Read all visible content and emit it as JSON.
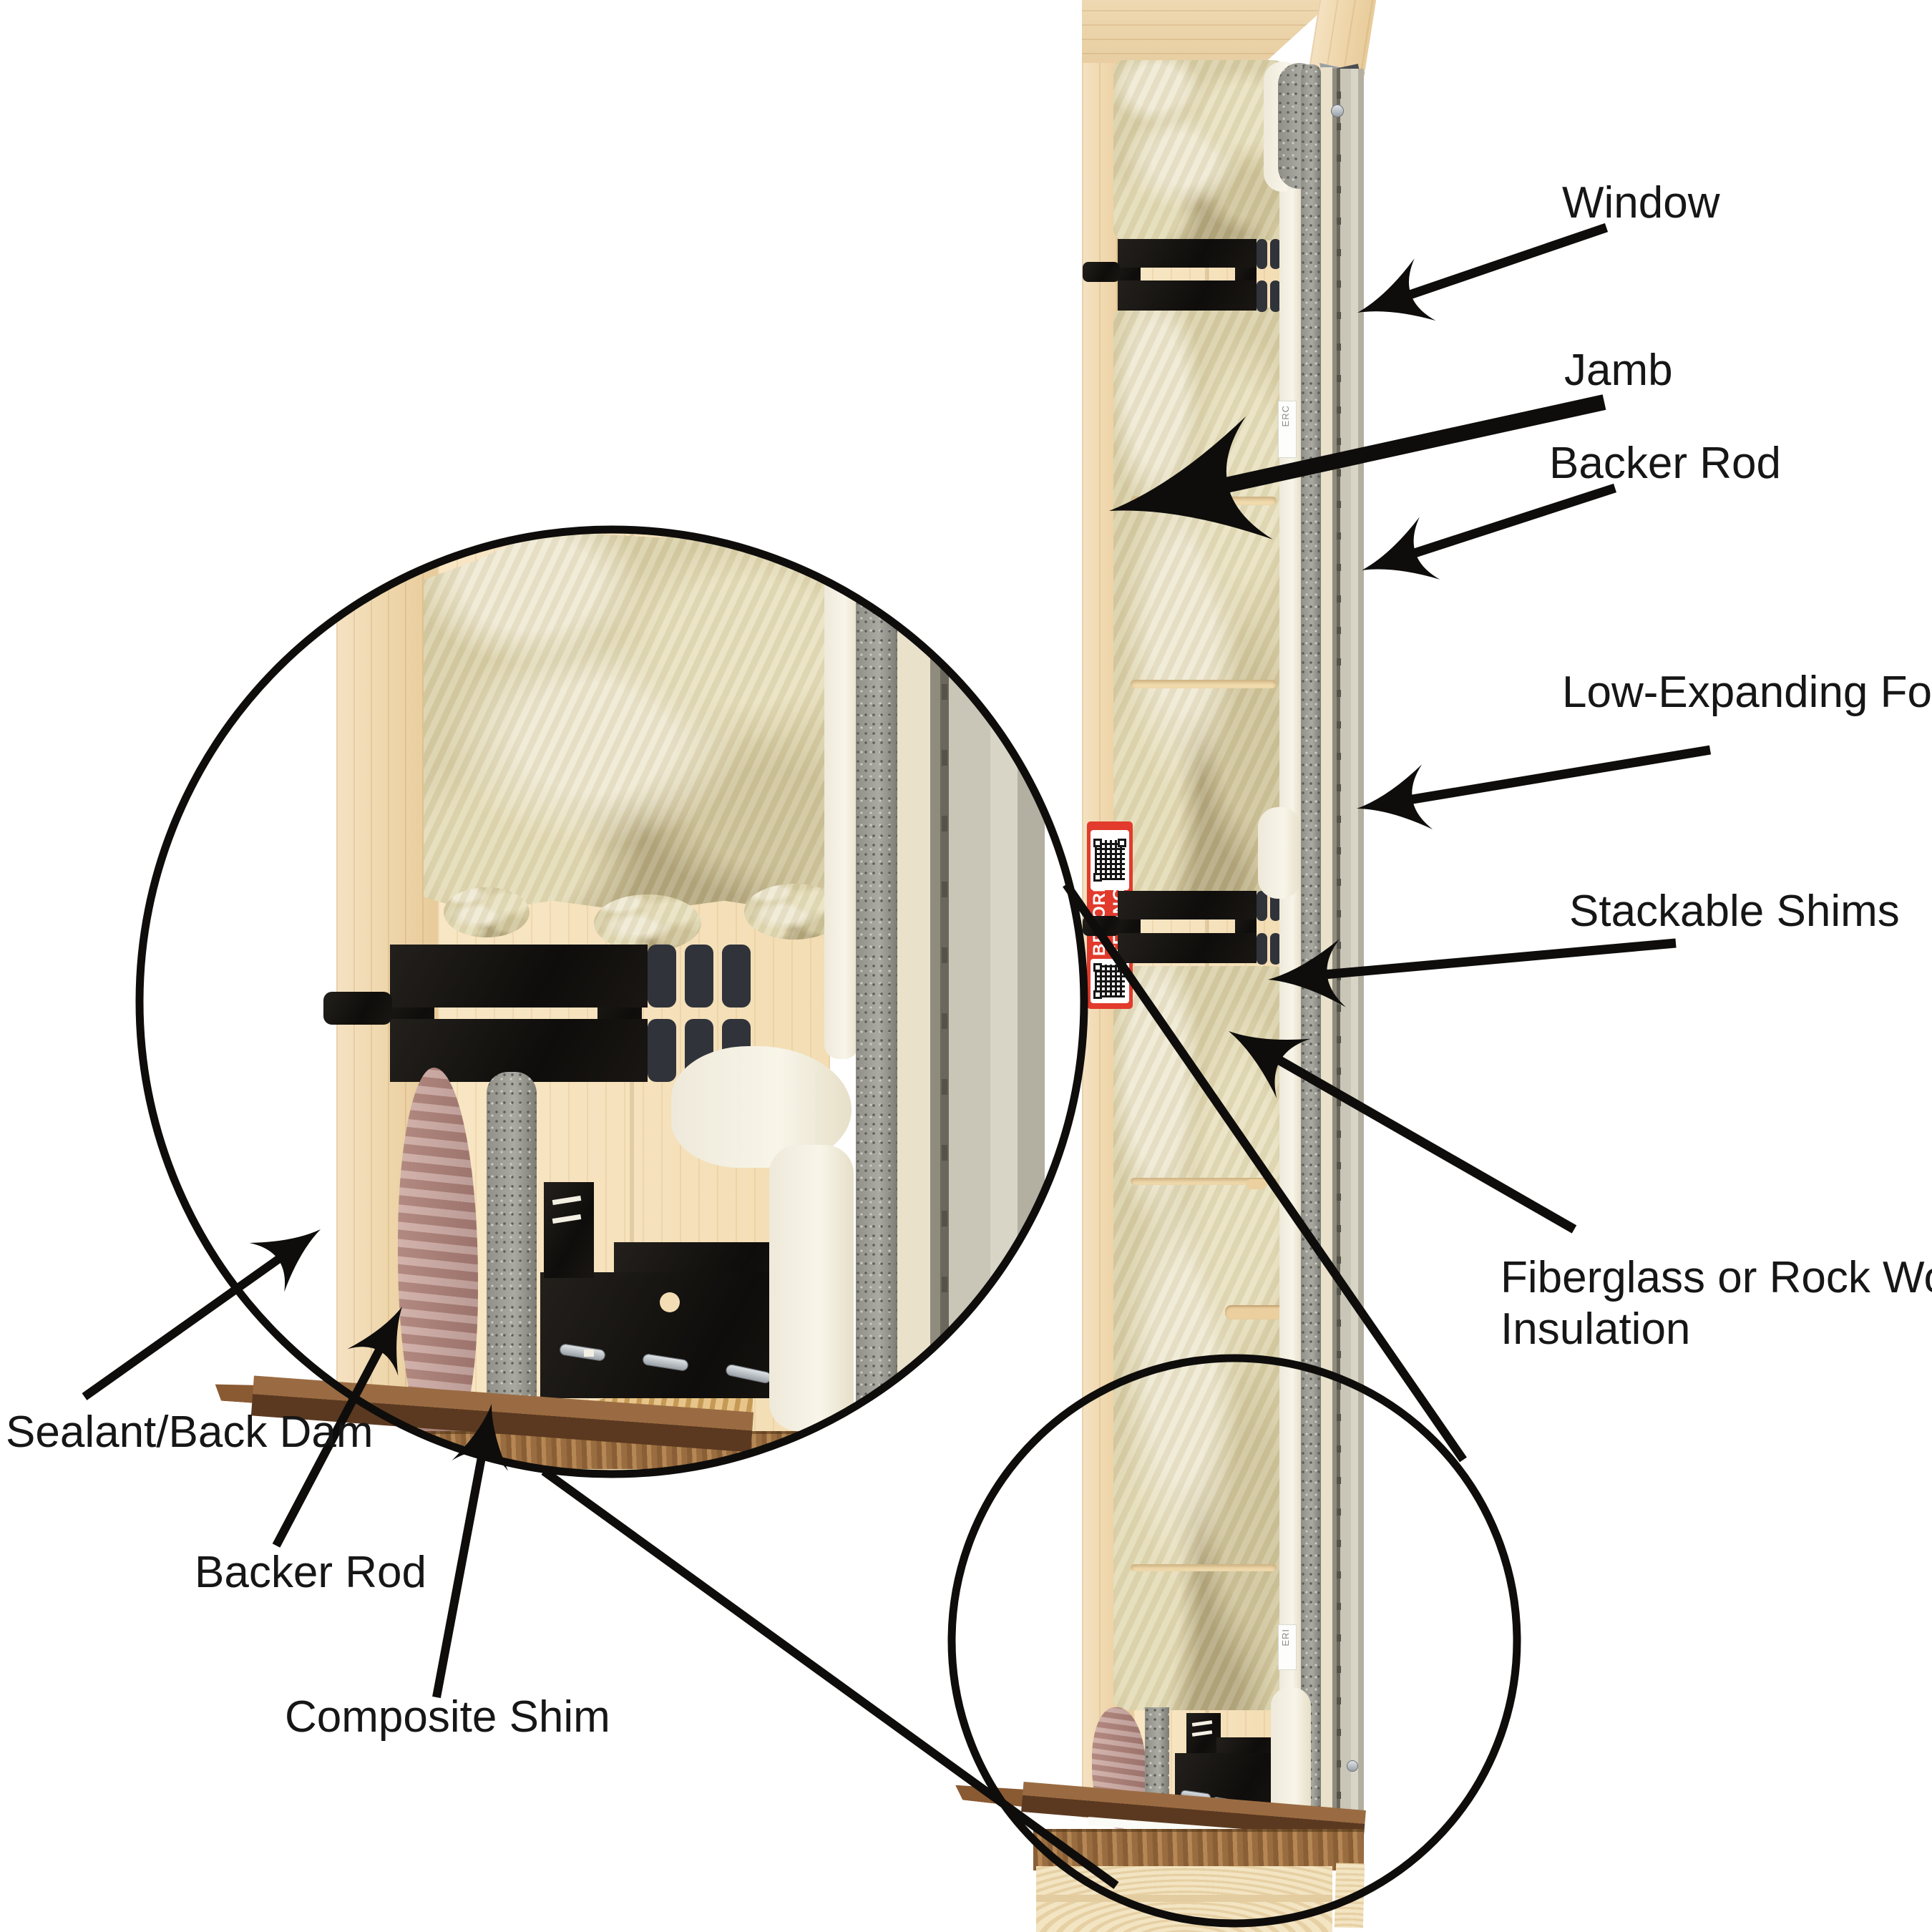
{
  "figure": {
    "type": "annotated-photo-diagram",
    "subject": "Window installation cross-section with magnified sill detail"
  },
  "callouts": {
    "right": [
      {
        "id": "window",
        "text": "Window"
      },
      {
        "id": "jamb",
        "text": "Jamb"
      },
      {
        "id": "backer-rod-right",
        "text": "Backer Rod"
      },
      {
        "id": "low-expanding-foam",
        "text": "Low-Expanding Foam"
      },
      {
        "id": "stackable-shims",
        "text": "Stackable Shims"
      },
      {
        "id": "fiberglass-insulation",
        "line1": "Fiberglass or Rock Wool",
        "line2": "Insulation"
      }
    ],
    "left": [
      {
        "id": "sealant-back-dam",
        "text": "Sealant/Back Dam"
      },
      {
        "id": "backer-rod-left",
        "text": "Backer Rod"
      },
      {
        "id": "composite-shim",
        "text": "Composite Shim"
      }
    ]
  },
  "sticker": {
    "warning_lines": [
      "BEFORE",
      "TENING"
    ],
    "qr_code_count": 2
  },
  "paper_scraps": [
    "ERC",
    "ERI"
  ],
  "colors": {
    "background": "#ffffff",
    "annotation_black": "#0e0d0b",
    "sticker_red": "#e23a2c",
    "insulation": "#d9cfa6",
    "insulation_highlight": "#efe9d2",
    "insulation_shadow": "#b3a67c",
    "foam_white": "#f4f0e1",
    "backer_rod_gray": "#9b9b94",
    "jamb_cream": "#eae1cb",
    "frame_gray": "#c9c6b7",
    "frame_dark": "#7e7b6f",
    "shim_black": "#1b1916",
    "sealant_mauve": "#b18b84",
    "sill_brown": "#8a5a33",
    "sill_dark": "#5b3920",
    "rough_tan": "#a97c4e",
    "lumber_cream": "#f2e3c1",
    "wood_light": "#f3dfbc"
  }
}
